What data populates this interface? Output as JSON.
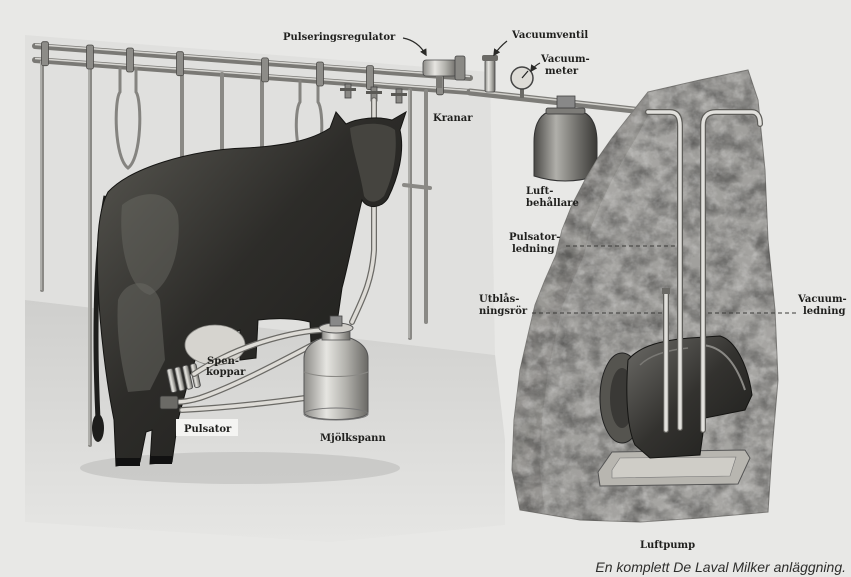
{
  "figure": {
    "labels": {
      "pulseringsregulator": "Pulseringsregulator",
      "vacuumventil": "Vacuumventil",
      "vacuummeter": [
        "Vacuum-",
        "meter"
      ],
      "kranar": "Kranar",
      "luftbehallare": [
        "Luft-",
        "behållare"
      ],
      "pulsatorledning": [
        "Pulsator-",
        "ledning"
      ],
      "utblasningsror": [
        "Utblås-",
        "ningsrör"
      ],
      "vacuumledning": [
        "Vacuum-",
        "ledning"
      ],
      "spenkoppar": [
        "Spen-",
        "koppar"
      ],
      "pulsator": "Pulsator",
      "mjolkspann": "Mjölkspann",
      "luftpump": "Luftpump"
    },
    "caption": "En komplett De Laval Milker anläggning."
  }
}
